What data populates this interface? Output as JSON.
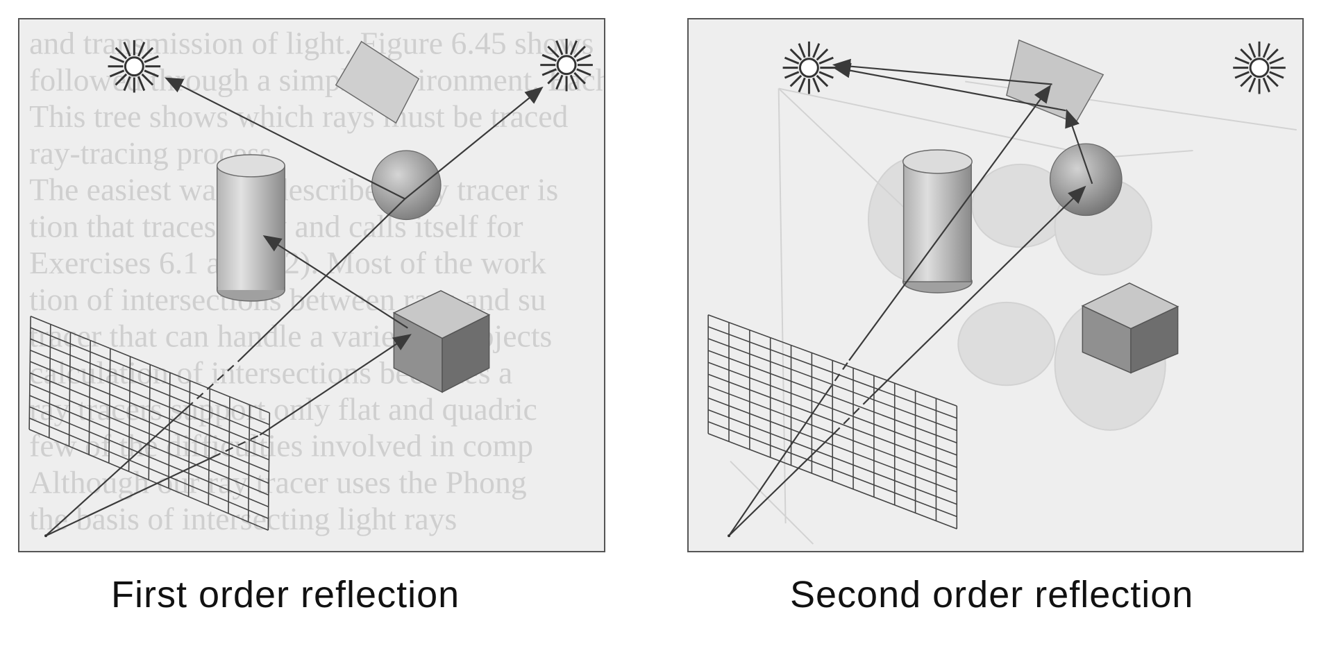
{
  "figure": {
    "captions": {
      "first": "First order reflection",
      "second": "Second order reflection"
    },
    "background_text_lines": [
      "and transmission of light. Figure 6.45 shows",
      "followed through a simple environment. Each",
      "This tree shows which rays must be traced",
      "ray-tracing process.",
      "   The easiest way to describe a ray tracer is",
      "tion that traces a ray and calls itself for",
      "Exercises 6.1 and 6.2). Most of the work",
      "tion of intersections between rays and su",
      "tracer that can handle a variety of objects",
      "calculation of intersections becomes a",
      "ray tracers support only flat and quadric",
      "few of the difficulties involved in comp",
      "   Although our ray tracer uses the Phong",
      "the basis of intersecting light rays"
    ],
    "colors": {
      "panel_bg": "#eeeeee",
      "ray": "#3a3a3a",
      "object_light": "#cfcfcf",
      "object_dark": "#7a7a7a",
      "border": "#555555"
    },
    "icons": [
      "light-source-icon",
      "sphere",
      "cylinder",
      "cube",
      "tilted-square",
      "image-plane-grid",
      "eye-point"
    ]
  }
}
